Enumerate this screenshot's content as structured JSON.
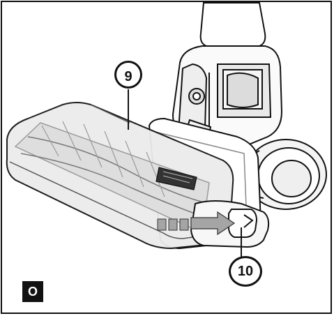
{
  "figure": {
    "panel_letter": "O",
    "callouts": [
      {
        "id": "9",
        "label": "9",
        "part": "brush-bar-cover"
      },
      {
        "id": "10",
        "label": "10",
        "part": "release-button"
      }
    ],
    "arrow": "slide-direction",
    "colors": {
      "outline": "#111111",
      "fill": "#ffffff",
      "translucent": "#e6e6e6",
      "mid": "#bdbdbd",
      "arrow": "#9a9a9a"
    }
  }
}
